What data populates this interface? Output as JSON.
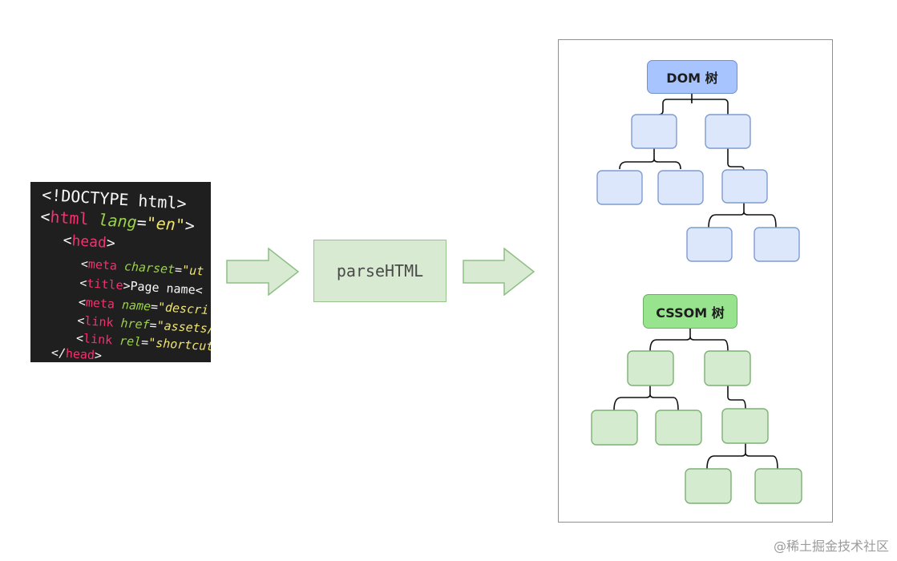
{
  "code_snippet": {
    "line1": {
      "prefix": "<",
      "text": "!DOCTYPE",
      "tail": " html>"
    },
    "line2": {
      "prefix": "<",
      "tag": "html",
      "attr": " lang",
      "equals": "=",
      "value": "\"en\"",
      "suffix": ">"
    },
    "line3": {
      "prefix": "<",
      "tag": "head",
      "suffix": ">"
    },
    "line4": {
      "prefix": "<",
      "tag": "meta",
      "attr": " charset",
      "equals": "=",
      "value": "\"ut"
    },
    "line5": {
      "prefix": "<",
      "tag": "title",
      "suffix": ">",
      "text": "Page name<"
    },
    "line6": {
      "prefix": "<",
      "tag": "meta",
      "attr": " name",
      "equals": "=",
      "value": "\"descri"
    },
    "line7": {
      "prefix": "<",
      "tag": "link",
      "attr": " href",
      "equals": "=",
      "value": "\"assets/"
    },
    "line8": {
      "prefix": "<",
      "tag": "link",
      "attr": " rel",
      "equals": "=",
      "value": "\"shortcut"
    },
    "line9": {
      "prefix": "</",
      "tag": "head",
      "suffix": ">"
    }
  },
  "process": {
    "label": "parseHTML"
  },
  "trees": {
    "dom_root_label": "DOM 树",
    "cssom_root_label": "CSSOM 树"
  },
  "watermark": {
    "label": "@稀土掘金技术社区"
  },
  "colors": {
    "dom_fill": "#dce7fb",
    "dom_stroke": "#7f9bd0",
    "dom_root_fill": "#a7c4ff",
    "cssom_fill": "#d4ebcf",
    "cssom_stroke": "#7db175",
    "cssom_root_fill": "#97e38e",
    "arrow_fill": "#d8ead2",
    "arrow_stroke": "#8dbf85"
  }
}
